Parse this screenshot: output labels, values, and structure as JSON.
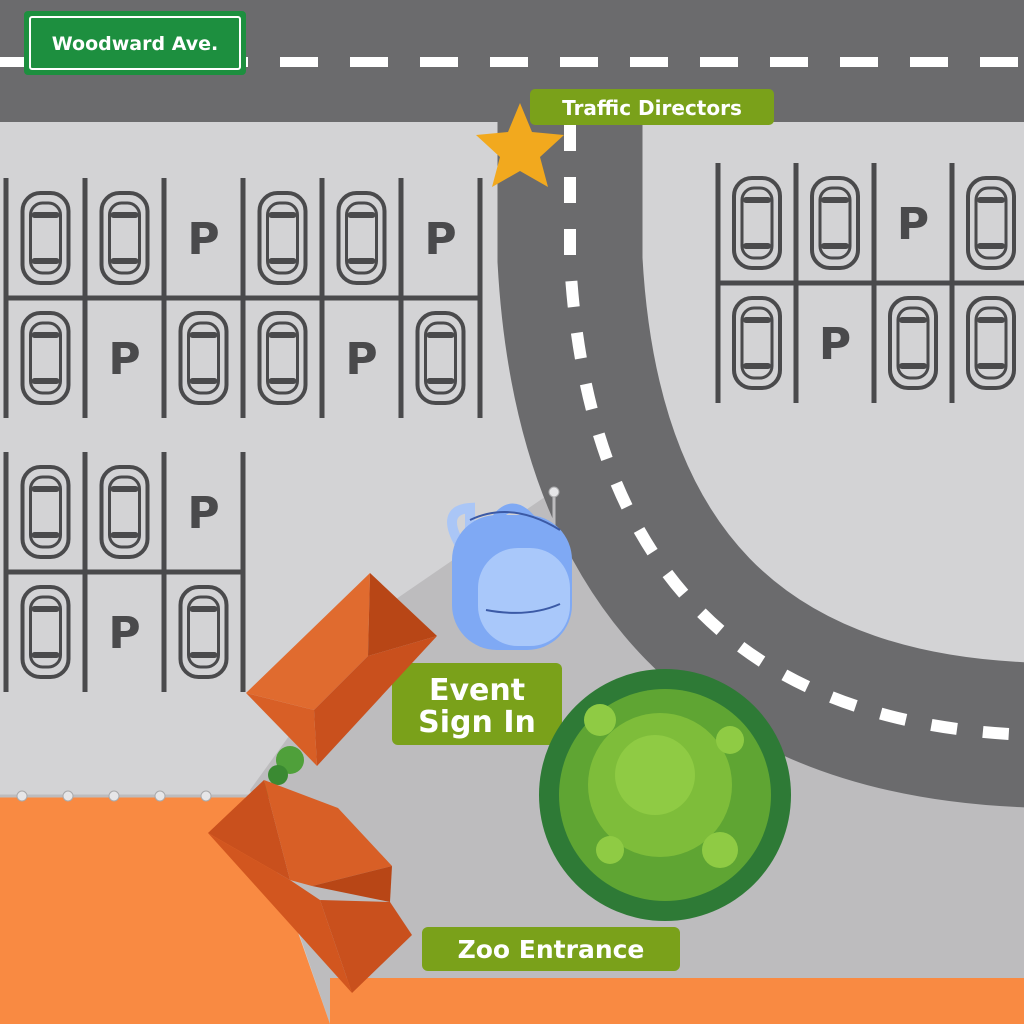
{
  "street_sign": {
    "text": "Woodward Ave."
  },
  "labels": {
    "traffic_directors": "Traffic Directors",
    "event_sign_in_line1": "Event",
    "event_sign_in_line2": "Sign In",
    "zoo_entrance": "Zoo Entrance"
  },
  "parking": {
    "symbol": "P"
  },
  "icons": {
    "traffic_directors": "star-icon",
    "event_sign_in": "backpack-icon",
    "zoo_entrance": "building-roof-icon",
    "tree": "tree-icon"
  },
  "colors": {
    "lot": "#d3d3d5",
    "road": "#6b6b6d",
    "road_marking": "#ffffff",
    "parking_lines": "#4a4a4c",
    "zoo_area": "#f98a42",
    "walkway": "#bdbcbe",
    "label_bg": "#7aa11a",
    "street_sign": "#1d8f3f",
    "star": "#f2a91e",
    "backpack": "#7fa9f4",
    "roof": "#d2561f",
    "tree": "#7ebd3a"
  }
}
